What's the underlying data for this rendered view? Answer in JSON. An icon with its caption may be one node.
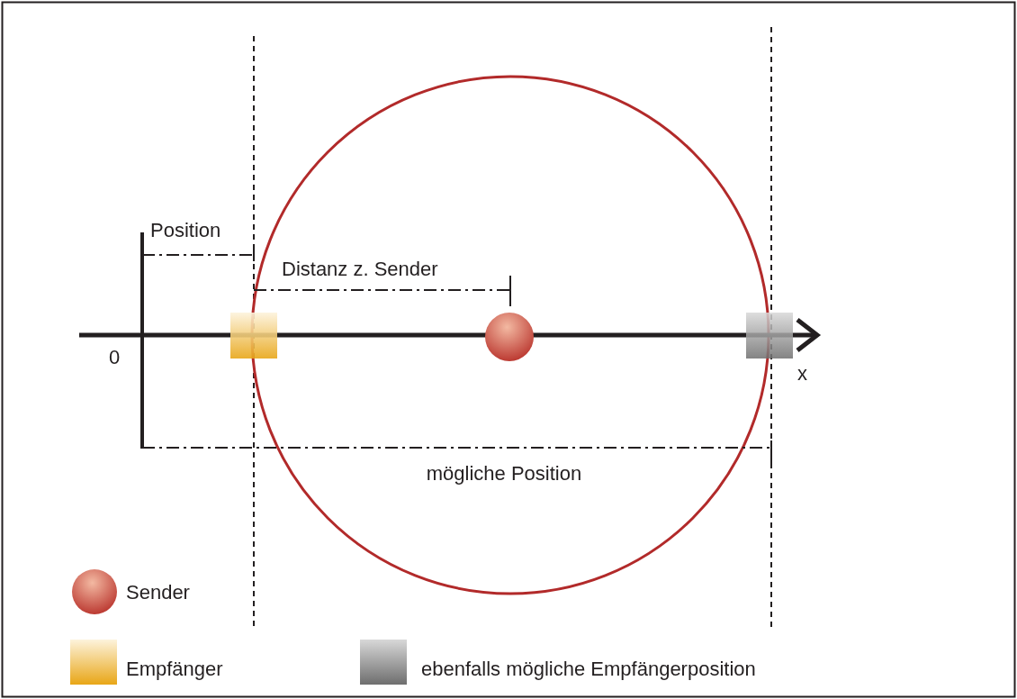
{
  "diagram": {
    "labels": [
      "Position",
      "Distanz z. Sender",
      "0",
      "x",
      "mögliche Position"
    ],
    "legend": [
      {
        "text": "Sender"
      },
      {
        "text": "Empfänger"
      },
      {
        "text": "ebenfalls mögliche Empfängerposition"
      }
    ]
  }
}
